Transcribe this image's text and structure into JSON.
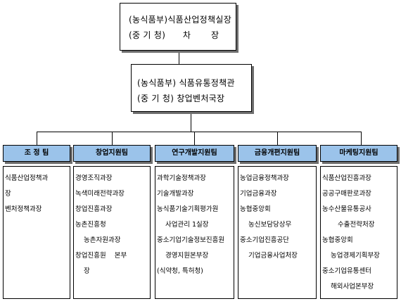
{
  "top": {
    "line1": "(농식품부)식품산업정책실장",
    "line2": "(중 기 청)      차       장"
  },
  "mid": {
    "line1": "(농식품부) 식품유통정책관",
    "line2": "(중 기 청) 창업벤처국장"
  },
  "teams": [
    {
      "name": "조 정 팀",
      "items": [
        {
          "t": "식품산업정책과",
          "lvl": 0
        },
        {
          "t": "장",
          "lvl": 0
        },
        {
          "t": "",
          "lvl": 0
        },
        {
          "t": "벤처정책과장",
          "lvl": 0
        }
      ]
    },
    {
      "name": "창업지원팀",
      "items": [
        {
          "t": "경영조직과장",
          "lvl": 0
        },
        {
          "t": "녹색미래전략과장",
          "lvl": 0
        },
        {
          "t": "창업진흥과장",
          "lvl": 0
        },
        {
          "t": "농촌진흥청",
          "lvl": 0
        },
        {
          "t": "농촌자원과장",
          "lvl": 1
        },
        {
          "t": "창업진흥원    본부",
          "lvl": 0
        },
        {
          "t": "장",
          "lvl": 1
        }
      ]
    },
    {
      "name": "연구개발지원팀",
      "items": [
        {
          "t": "과학기술정책과장",
          "lvl": 0
        },
        {
          "t": "기술개발과장",
          "lvl": 0
        },
        {
          "t": "농식품기술기획평가원",
          "lvl": 0
        },
        {
          "t": "사업관리 1실장",
          "lvl": 1
        },
        {
          "t": "중소기업기술정보진흥원",
          "lvl": 0
        },
        {
          "t": "경영지원본부장",
          "lvl": 1
        },
        {
          "t": "(식약청, 특허청)",
          "lvl": 0
        }
      ]
    },
    {
      "name": "금융개편지원팀",
      "items": [
        {
          "t": "농업금융정책과장",
          "lvl": 0
        },
        {
          "t": "기업금융과장",
          "lvl": 0
        },
        {
          "t": "농협중앙회",
          "lvl": 0
        },
        {
          "t": "농신보담당상무",
          "lvl": 1
        },
        {
          "t": "중소기업진흥공단",
          "lvl": 0
        },
        {
          "t": "기업금융사업처장",
          "lvl": 1
        }
      ]
    },
    {
      "name": "마케팅지원팀",
      "items": [
        {
          "t": "식품산업진흥과장",
          "lvl": 0
        },
        {
          "t": "공공구매판로과장",
          "lvl": 0
        },
        {
          "t": "농수산물유통공사",
          "lvl": 0
        },
        {
          "t": "수출전략처장",
          "lvl": 2
        },
        {
          "t": "농협중앙회",
          "lvl": 0
        },
        {
          "t": "농업경제기획부장",
          "lvl": 1
        },
        {
          "t": "중소기업유통센터",
          "lvl": 0
        },
        {
          "t": "해외사업본부장",
          "lvl": 1
        }
      ]
    }
  ]
}
